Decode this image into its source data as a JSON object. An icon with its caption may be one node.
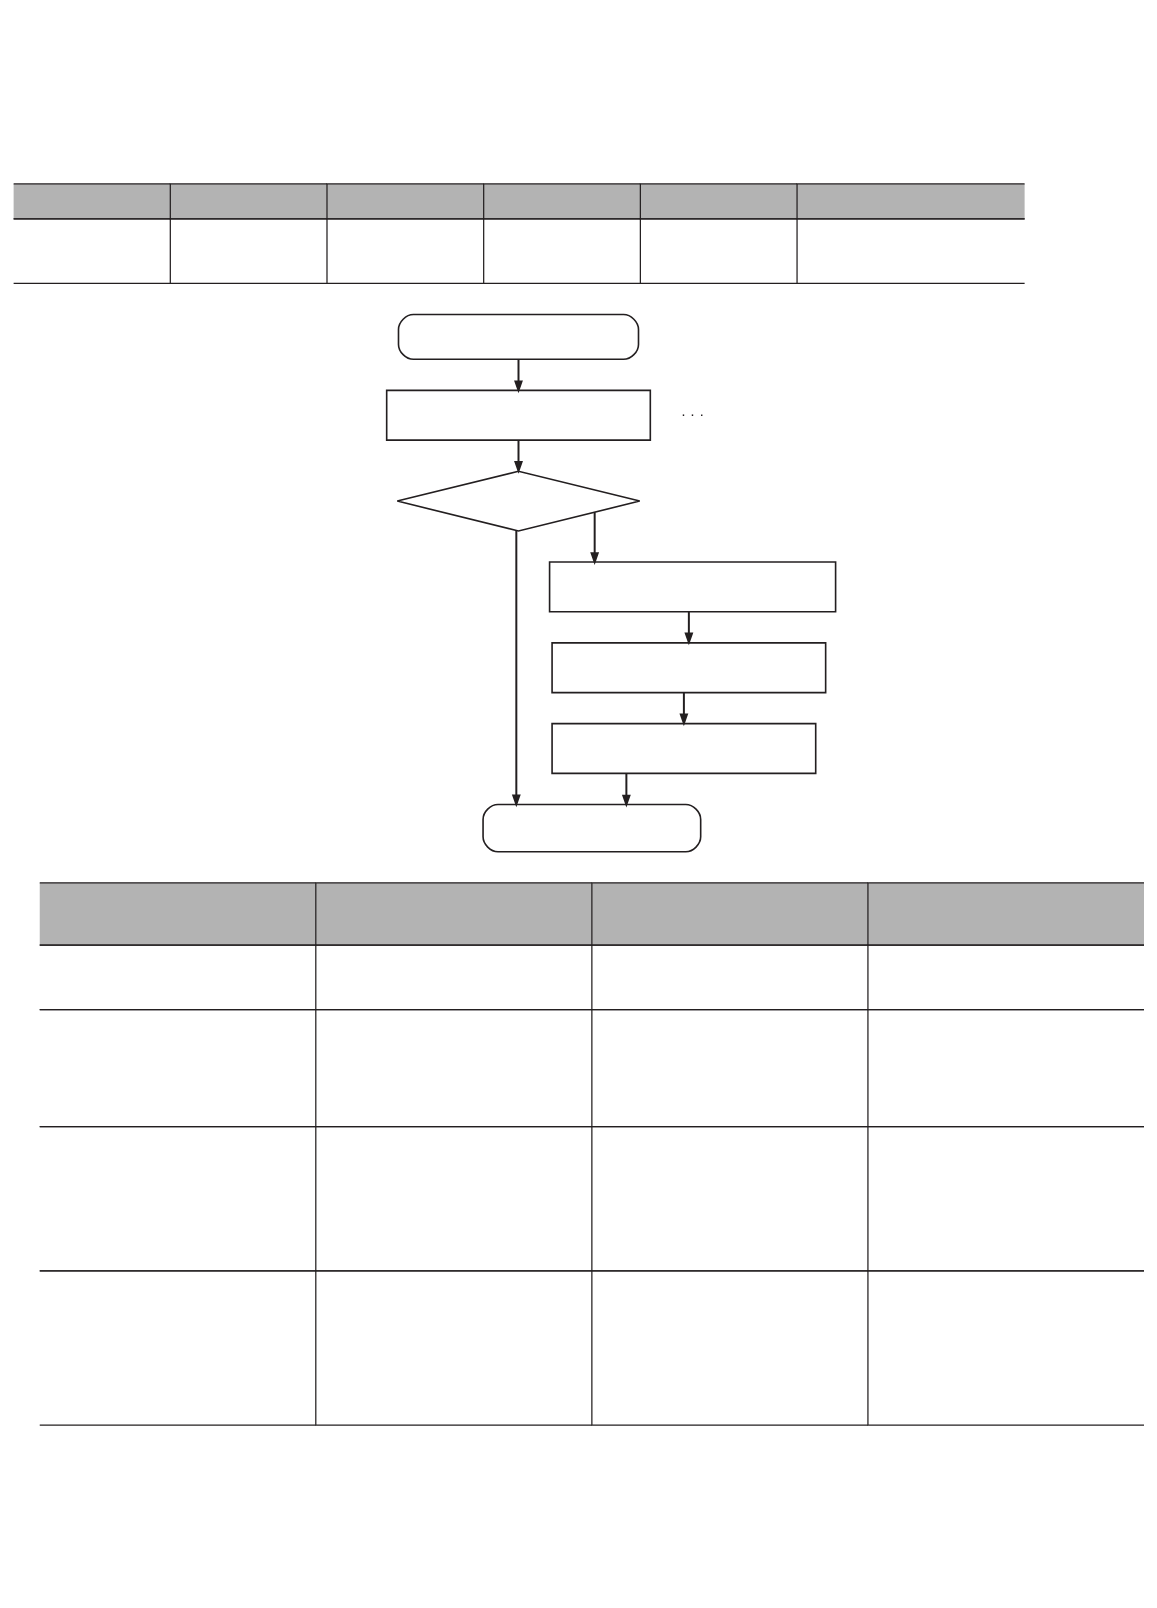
{
  "diagram": {
    "nodes": [
      {
        "text": [],
        "shape": "table"
      },
      {
        "text": [],
        "shape": "box"
      },
      {
        "text": [],
        "shape": "box",
        "beside": [
          "· · ·"
        ]
      },
      {
        "text": [],
        "shape": "diamond"
      },
      {
        "text": [],
        "shape": "box"
      },
      {
        "text": [],
        "shape": "box"
      },
      {
        "text": [],
        "shape": "box"
      },
      {
        "text": [],
        "shape": "box"
      },
      {
        "text": [],
        "shape": "table"
      }
    ],
    "edges": [
      {
        "from": 1,
        "to": 2,
        "arrow": "to"
      },
      {
        "from": 2,
        "to": 3,
        "arrow": "to"
      },
      {
        "from": 3,
        "to": 4,
        "arrow": "to"
      },
      {
        "from": 4,
        "to": 5,
        "arrow": "to"
      },
      {
        "from": 5,
        "to": 6,
        "arrow": "to"
      },
      {
        "from": 3,
        "to": 7,
        "arrow": "to"
      },
      {
        "from": 6,
        "to": 7,
        "arrow": "to"
      }
    ]
  }
}
